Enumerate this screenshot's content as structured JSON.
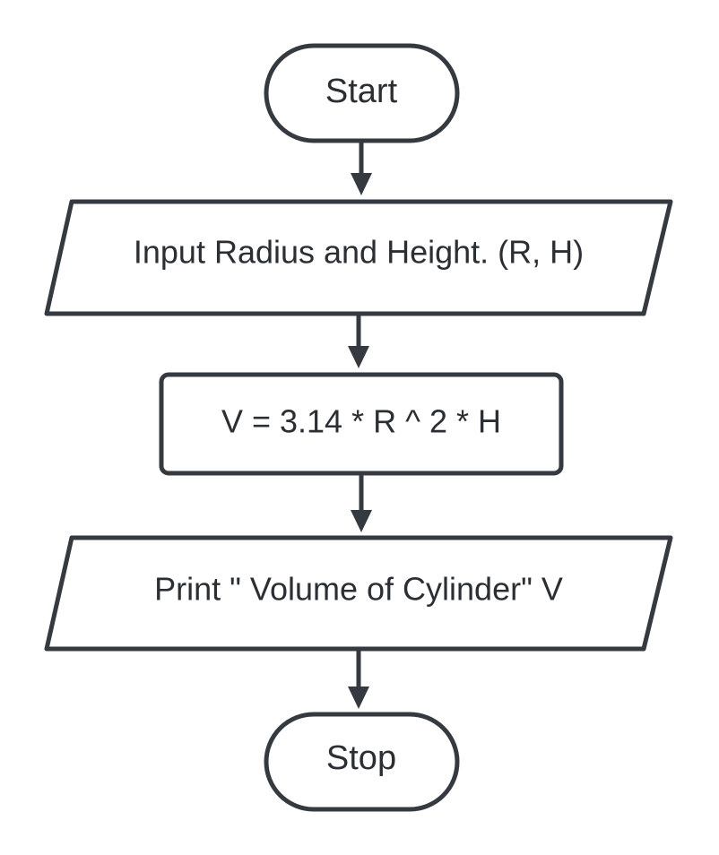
{
  "diagram": {
    "type": "flowchart",
    "colors": {
      "stroke": "#343a40",
      "text": "#2b2f33",
      "fill": "#ffffff",
      "background": "#ffffff"
    },
    "nodes": [
      {
        "id": "start",
        "shape": "terminator",
        "label": "Start"
      },
      {
        "id": "input",
        "shape": "input-output",
        "label": "Input Radius and Height. (R, H)"
      },
      {
        "id": "process",
        "shape": "process",
        "label": "V = 3.14 * R ^ 2 * H"
      },
      {
        "id": "output",
        "shape": "input-output",
        "label": "Print \" Volume of Cylinder\" V"
      },
      {
        "id": "stop",
        "shape": "terminator",
        "label": "Stop"
      }
    ],
    "edges": [
      {
        "from": "start",
        "to": "input"
      },
      {
        "from": "input",
        "to": "process"
      },
      {
        "from": "process",
        "to": "output"
      },
      {
        "from": "output",
        "to": "stop"
      }
    ]
  }
}
